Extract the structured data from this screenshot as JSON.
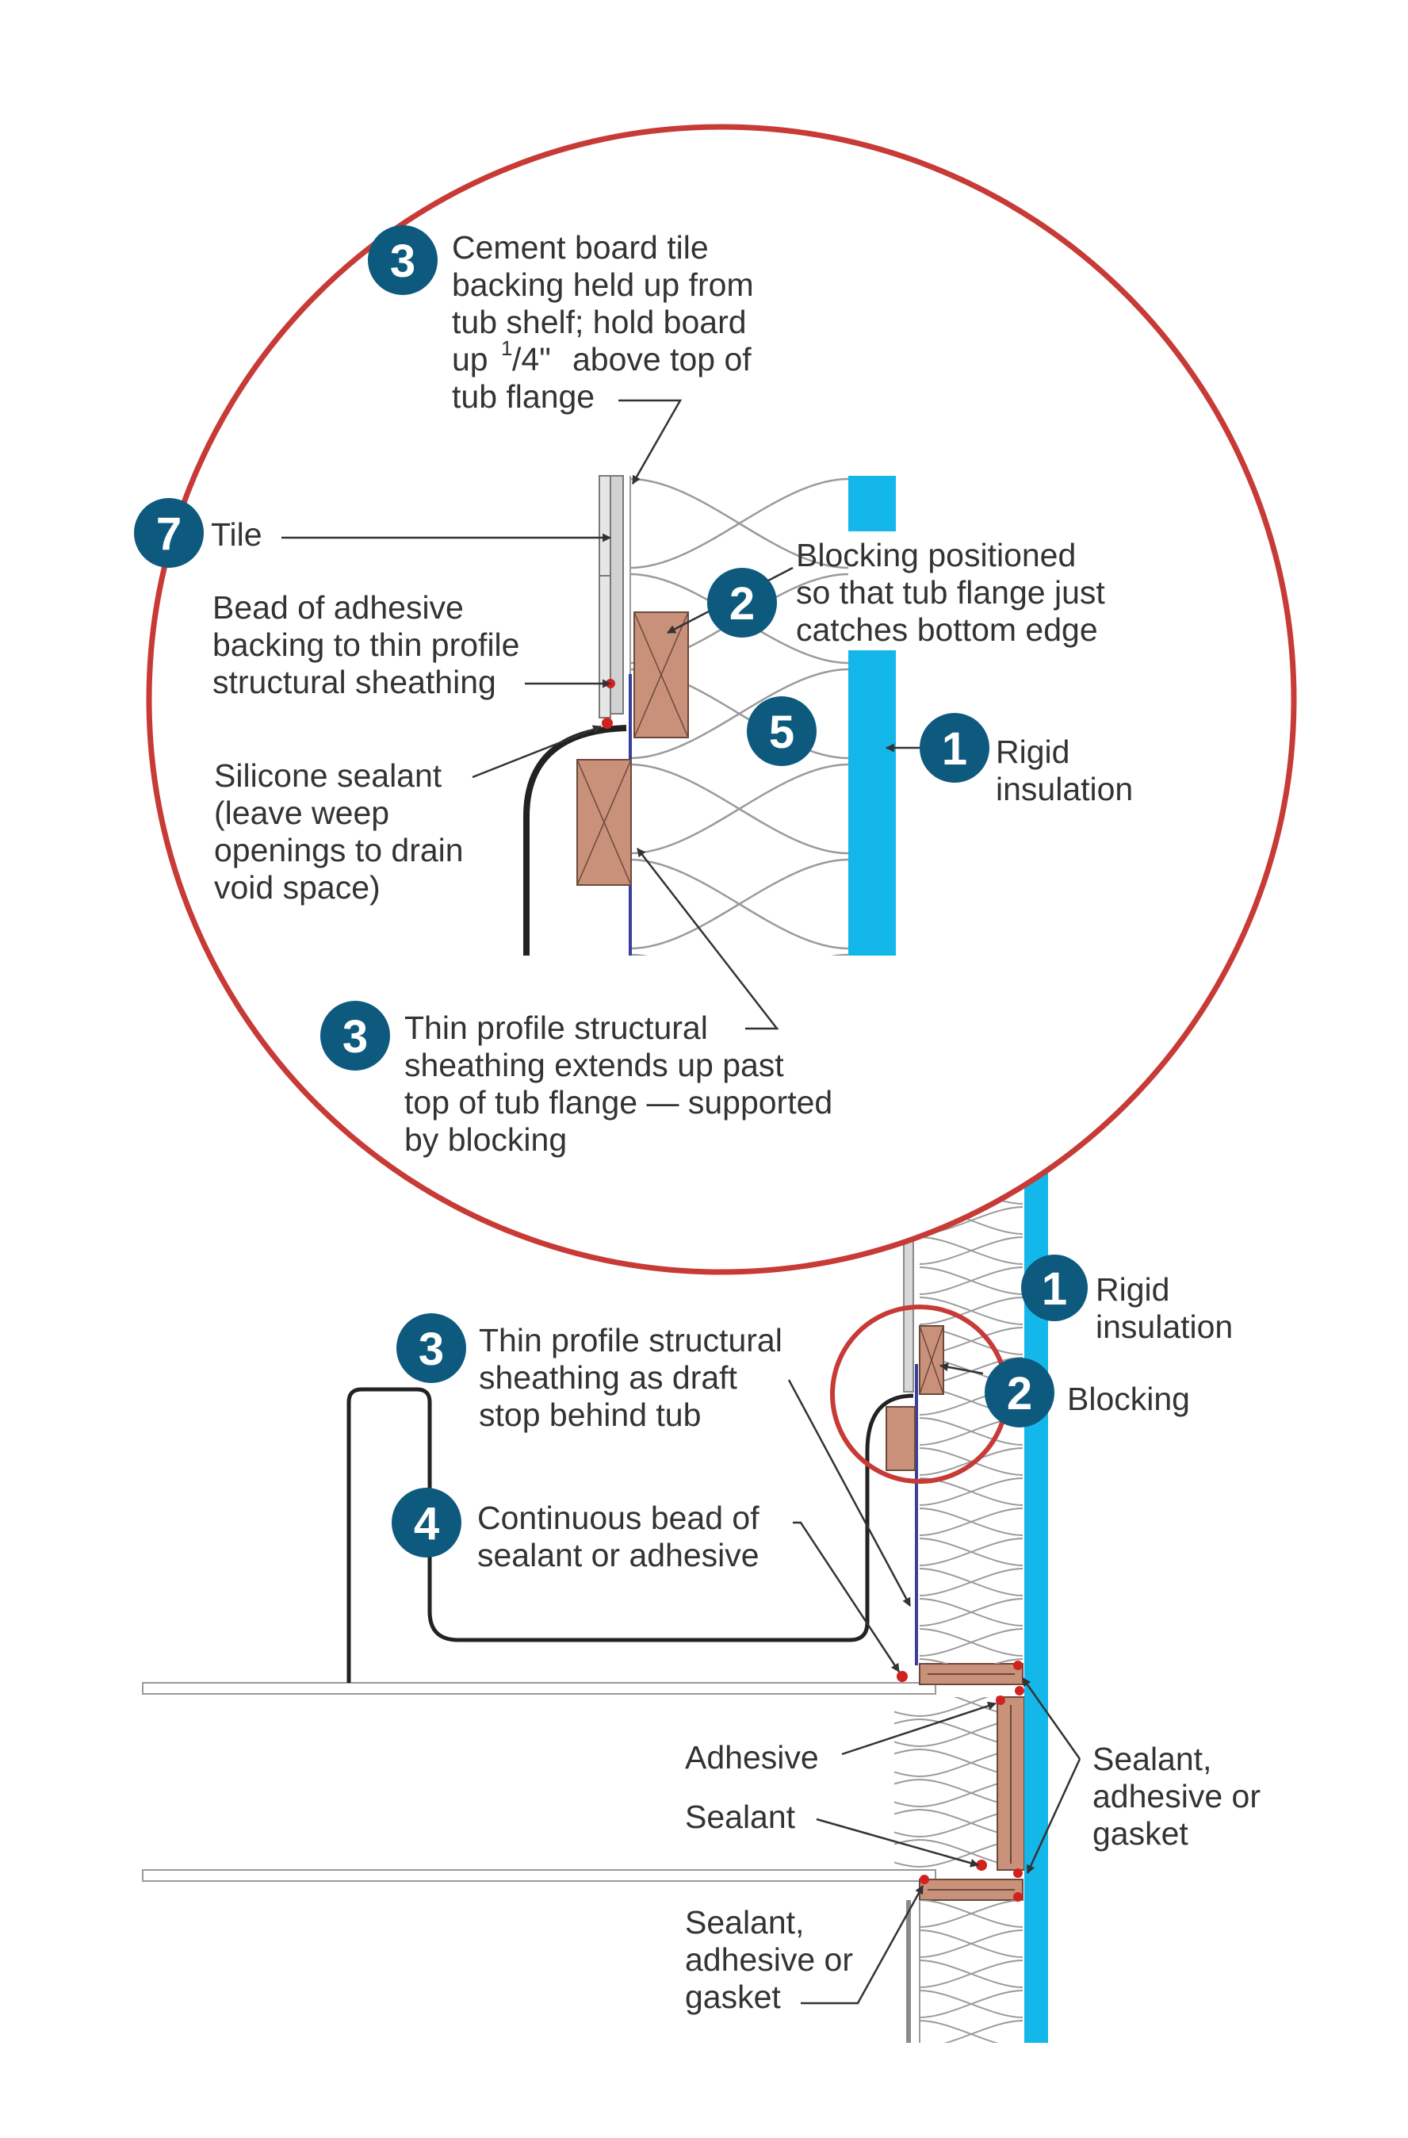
{
  "colors": {
    "badge": "#0d5a7e",
    "circle": "#c73a36",
    "insulation": "#14b7ea",
    "wood": "#c9907a",
    "sheathing": "#3b3f9c",
    "sealant_dot": "#d0231f",
    "line": "#333333"
  },
  "badges": {
    "b3_cement": "3",
    "b7_tile": "7",
    "b2_blocking_detail": "2",
    "b5_batt": "5",
    "b1_rigid_detail": "1",
    "b3_thin_detail": "3",
    "b1_rigid_main": "1",
    "b3_thin_main": "3",
    "b2_blocking_main": "2",
    "b4_bead": "4"
  },
  "labels": {
    "cement_board": [
      "Cement board tile",
      "backing held up from",
      "tub shelf; hold board"
    ],
    "cement_board_up": "up",
    "cement_board_frac_num": "1",
    "cement_board_frac_den": "/4\"",
    "cement_board_above": "above top of",
    "cement_board_last": "tub flange",
    "tile": "Tile",
    "bead_adhesive": [
      "Bead of adhesive",
      "backing to thin profile",
      "structural sheathing"
    ],
    "blocking_positioned": [
      "Blocking positioned",
      "so that tub flange just",
      "catches bottom edge"
    ],
    "silicone": [
      "Silicone sealant",
      "(leave weep",
      "openings to drain",
      "void space)"
    ],
    "rigid_detail": [
      "Rigid",
      "insulation"
    ],
    "thin_profile_detail": [
      "Thin profile structural",
      "sheathing extends up past",
      "top of tub flange — supported",
      "by blocking"
    ],
    "rigid_main": [
      "Rigid",
      "insulation"
    ],
    "thin_profile_main": [
      "Thin profile structural",
      "sheathing as draft",
      "stop behind tub"
    ],
    "blocking_main": "Blocking",
    "continuous_bead": [
      "Continuous bead of",
      "sealant or adhesive"
    ],
    "adhesive": "Adhesive",
    "sealant": "Sealant",
    "sealant_gasket_right": [
      "Sealant,",
      "adhesive or",
      "gasket"
    ],
    "sealant_gasket_bottom": [
      "Sealant,",
      "adhesive or",
      "gasket"
    ]
  }
}
